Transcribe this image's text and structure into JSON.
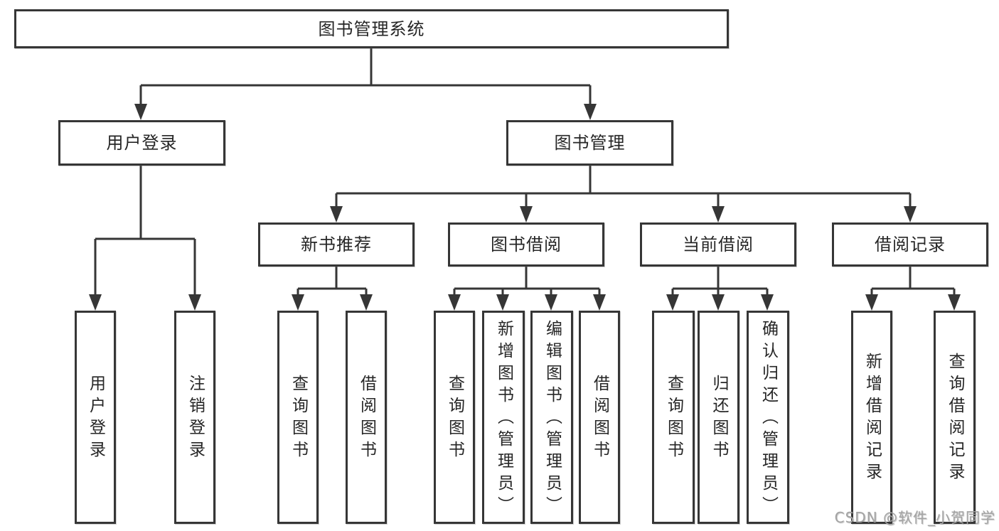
{
  "diagram": {
    "root": {
      "label": "图书管理系统"
    },
    "branches": [
      {
        "label": "用户登录",
        "children": [
          {
            "label": "用户登录"
          },
          {
            "label": "注销登录"
          }
        ]
      },
      {
        "label": "图书管理",
        "children": [
          {
            "label": "新书推荐",
            "children": [
              {
                "label": "查询图书"
              },
              {
                "label": "借阅图书"
              }
            ]
          },
          {
            "label": "图书借阅",
            "children": [
              {
                "label": "查询图书"
              },
              {
                "label": "新增图书（管理员）"
              },
              {
                "label": "编辑图书（管理员）"
              },
              {
                "label": "借阅图书"
              }
            ]
          },
          {
            "label": "当前借阅",
            "children": [
              {
                "label": "查询图书"
              },
              {
                "label": "归还图书"
              },
              {
                "label": "确认归还（管理员）"
              }
            ]
          },
          {
            "label": "借阅记录",
            "children": [
              {
                "label": "新增借阅记录"
              },
              {
                "label": "查询借阅记录"
              }
            ]
          }
        ]
      }
    ]
  },
  "watermark": "CSDN @软件_小贺同学",
  "colors": {
    "line": "#363636",
    "text": "#262626",
    "watermark": "#a3a3a3",
    "background": "#ffffff"
  }
}
